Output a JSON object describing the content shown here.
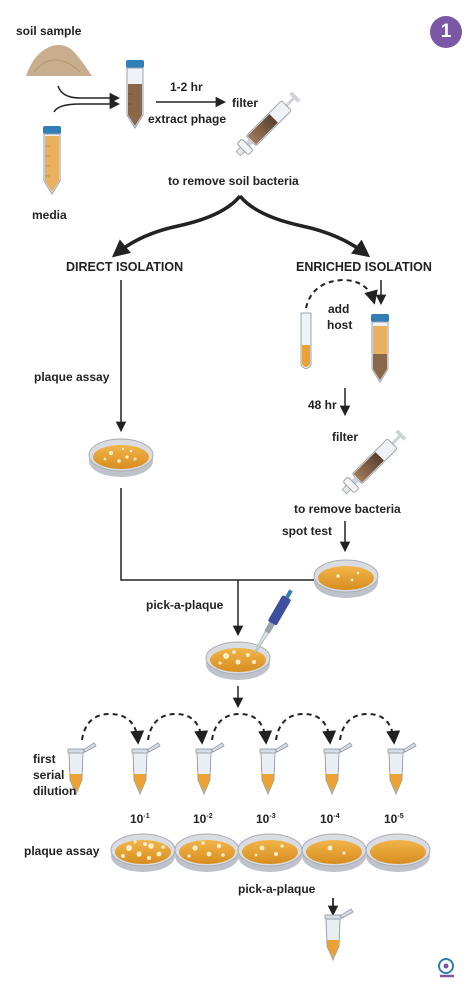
{
  "badge": "1",
  "labels": {
    "soil_sample": "soil sample",
    "media": "media",
    "duration_1": "1-2 hr",
    "extract_phage": "extract phage",
    "filter_1": "filter",
    "remove_soil": "to remove soil bacteria",
    "direct_isolation": "DIRECT ISOLATION",
    "enriched_isolation": "ENRICHED ISOLATION",
    "add_host_1": "add",
    "add_host_2": "host",
    "plaque_assay_1": "plaque assay",
    "duration_2": "48 hr",
    "filter_2": "filter",
    "remove_bacteria": "to remove bacteria",
    "spot_test": "spot test",
    "pick_plaque_1": "pick-a-plaque",
    "first_1": "first",
    "first_2": "serial",
    "first_3": "dilution",
    "plaque_assay_2": "plaque assay",
    "pick_plaque_2": "pick-a-plaque"
  },
  "dilutions": [
    {
      "base": "10",
      "exp": "-1"
    },
    {
      "base": "10",
      "exp": "-2"
    },
    {
      "base": "10",
      "exp": "-3"
    },
    {
      "base": "10",
      "exp": "-4"
    },
    {
      "base": "10",
      "exp": "-5"
    }
  ],
  "colors": {
    "agar": "#e9a233",
    "plaque": "#fbeec8",
    "dish": "#c9ccd2",
    "tube_liquid": "#e9b060",
    "soil": "#c8ad8e",
    "cap_blue": "#2f7fb6",
    "phage_brown": "#8a6749",
    "badge": "#7b58a6",
    "arrow": "#222222"
  },
  "icons": [
    "soil-pile-icon",
    "media-tube-icon",
    "conical-tube-icon",
    "syringe-filter-icon",
    "culture-tube-icon",
    "petri-dish-icon",
    "pipette-icon",
    "microcentrifuge-tube-icon",
    "logo-icon"
  ]
}
